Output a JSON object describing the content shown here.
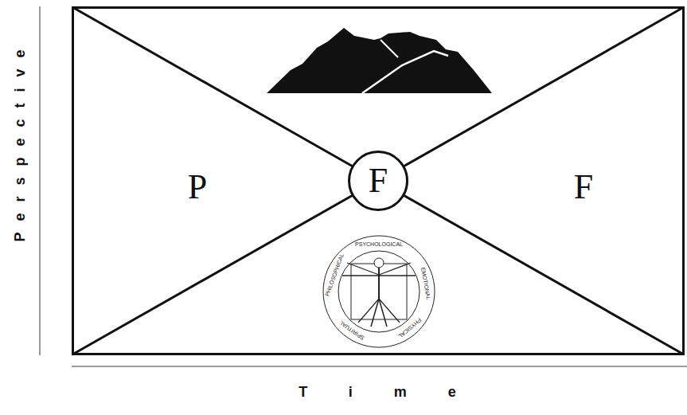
{
  "diagram": {
    "nodes": [
      {
        "text": [
          "P",
          "F"
        ]
      },
      {
        "text": [
          "F"
        ],
        "in": 0
      }
    ],
    "labels": [
      "Perspective",
      "Time",
      "PSYCHOLOGICAL",
      "EMOTIONAL",
      "PHYSICAL",
      "SPIRITUAL",
      "PHILOSOPHICAL"
    ]
  }
}
